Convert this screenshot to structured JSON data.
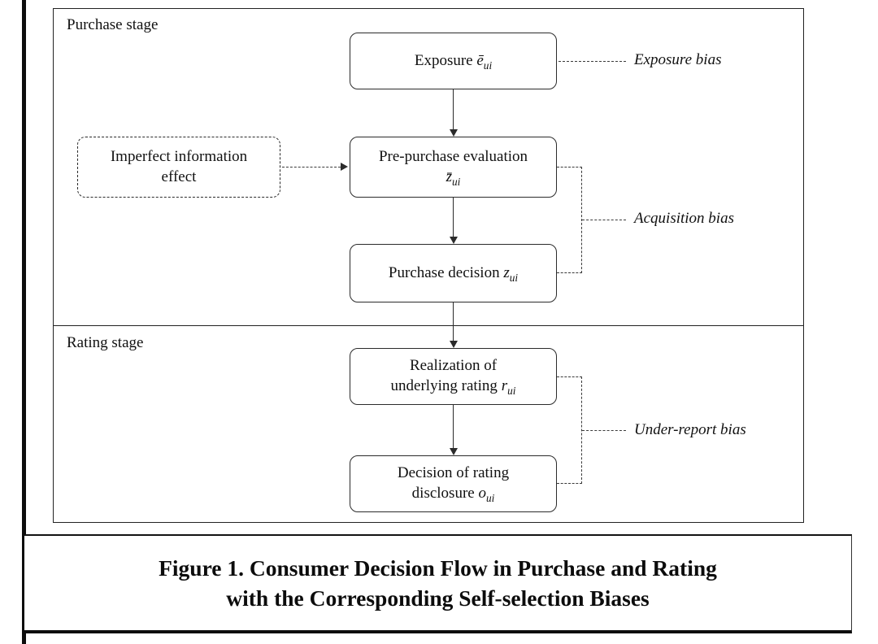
{
  "purchase_stage": {
    "label": "Purchase stage",
    "exposure": {
      "text": "Exposure",
      "symbol": "ē",
      "sub": "ui"
    },
    "exposure_bias": "Exposure bias",
    "imperfect": {
      "line1": "Imperfect information",
      "line2": "effect"
    },
    "prepurchase": {
      "line1": "Pre-purchase evaluation",
      "symbol": "z̄",
      "sub": "ui"
    },
    "purchase": {
      "text": "Purchase decision",
      "symbol": "z",
      "sub": "ui"
    },
    "acquisition_bias": "Acquisition bias"
  },
  "rating_stage": {
    "label": "Rating stage",
    "realization": {
      "line1": "Realization of",
      "line2": "underlying rating",
      "symbol": "r",
      "sub": "ui"
    },
    "disclosure": {
      "line1": "Decision of rating",
      "line2": "disclosure",
      "symbol": "o",
      "sub": "ui"
    },
    "under_report_bias": "Under-report bias"
  },
  "caption": {
    "line1": "Figure 1. Consumer Decision Flow in Purchase and Rating",
    "line2": "with the Corresponding Self-selection Biases"
  }
}
